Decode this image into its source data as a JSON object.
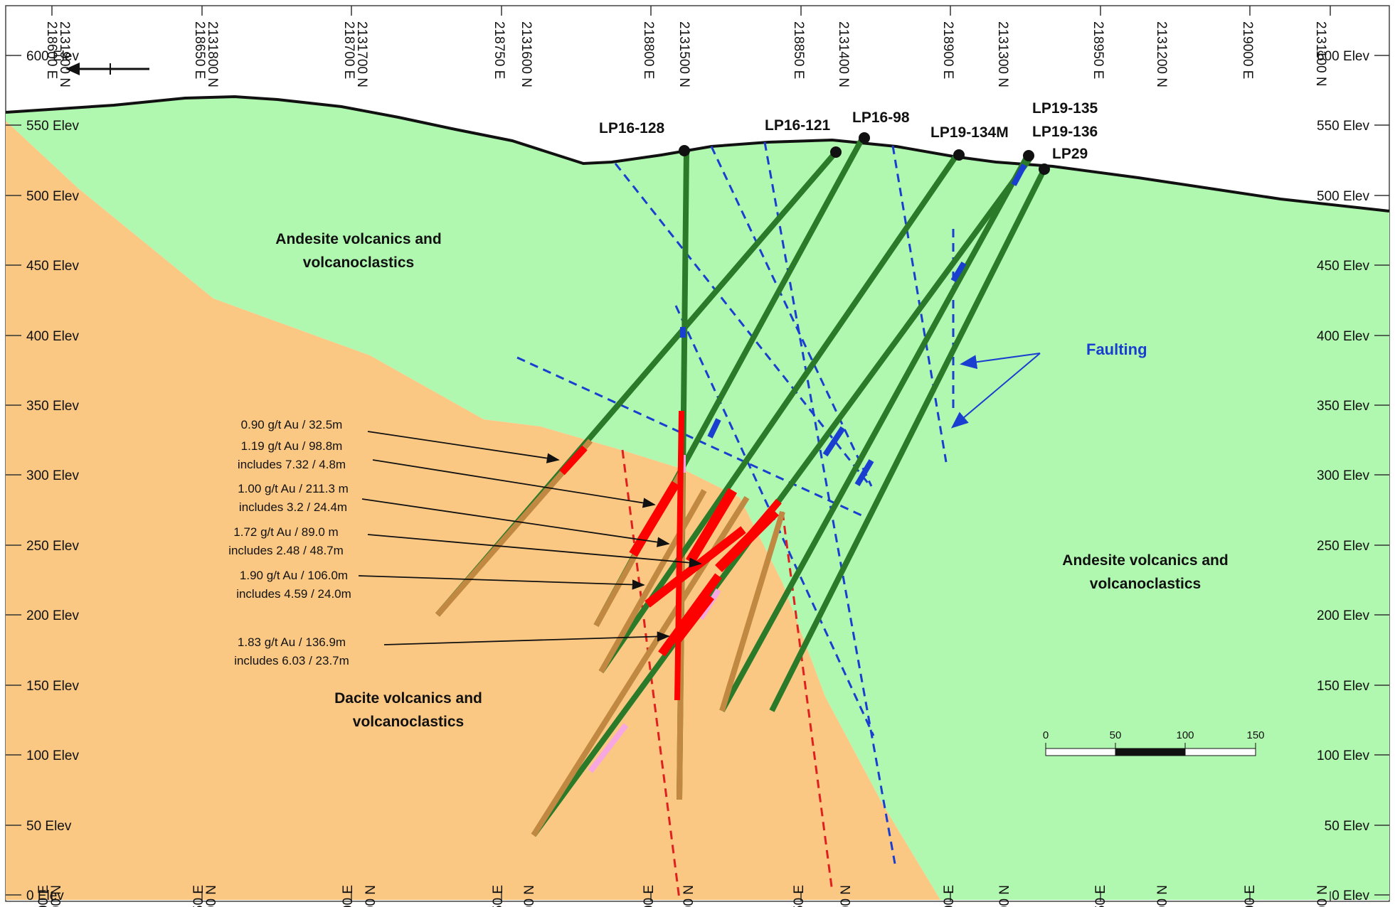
{
  "elevation_labels": [
    "600 Elev",
    "550 Elev",
    "500 Elev",
    "450 Elev",
    "400 Elev",
    "350 Elev",
    "300 Elev",
    "250 Elev",
    "200 Elev",
    "150 Elev",
    "100 Elev",
    "50 Elev",
    "0 Elev"
  ],
  "grid_labels": [
    "218600 E",
    "2131900 N",
    "218650 E",
    "2131800 N",
    "218700 E",
    "2131700 N",
    "218750 E",
    "2131600 N",
    "218800 E",
    "2131500 N",
    "218850 E",
    "2131400 N",
    "218900 E",
    "2131300 N",
    "218950 E",
    "2131200 N",
    "219000 E",
    "2131100 N"
  ],
  "drill_holes": [
    "LP16-128",
    "LP16-121",
    "LP16-98",
    "LP19-134M",
    "LP19-135",
    "LP19-136",
    "LP29"
  ],
  "units": {
    "andesite_left": [
      "Andesite volcanics and",
      "volcanoclastics"
    ],
    "andesite_right": [
      "Andesite volcanics and",
      "volcanoclastics"
    ],
    "dacite": [
      "Dacite volcanics and",
      "volcanoclastics"
    ]
  },
  "intercepts": [
    "0.90 g/t Au / 32.5m",
    "1.19 g/t Au / 98.8m",
    "includes 7.32 / 4.8m",
    "1.00 g/t Au / 211.3 m",
    "includes 3.2 / 24.4m",
    "1.72 g/t Au / 89.0 m",
    "includes 2.48 / 48.7m",
    "1.90 g/t Au / 106.0m",
    "includes 4.59 / 24.0m",
    "1.83 g/t Au / 136.9m",
    "includes 6.03 / 23.7m"
  ],
  "faulting_label": "Faulting",
  "scale_bar": [
    "0",
    "50",
    "100",
    "150"
  ],
  "colors": {
    "andesite": "#b0f7b0",
    "dacite": "#fbc884",
    "hole": "#2a7a2a",
    "mineralized": "#ff0000",
    "fault": "#1a3fd0",
    "fault_red": "#e02020"
  }
}
